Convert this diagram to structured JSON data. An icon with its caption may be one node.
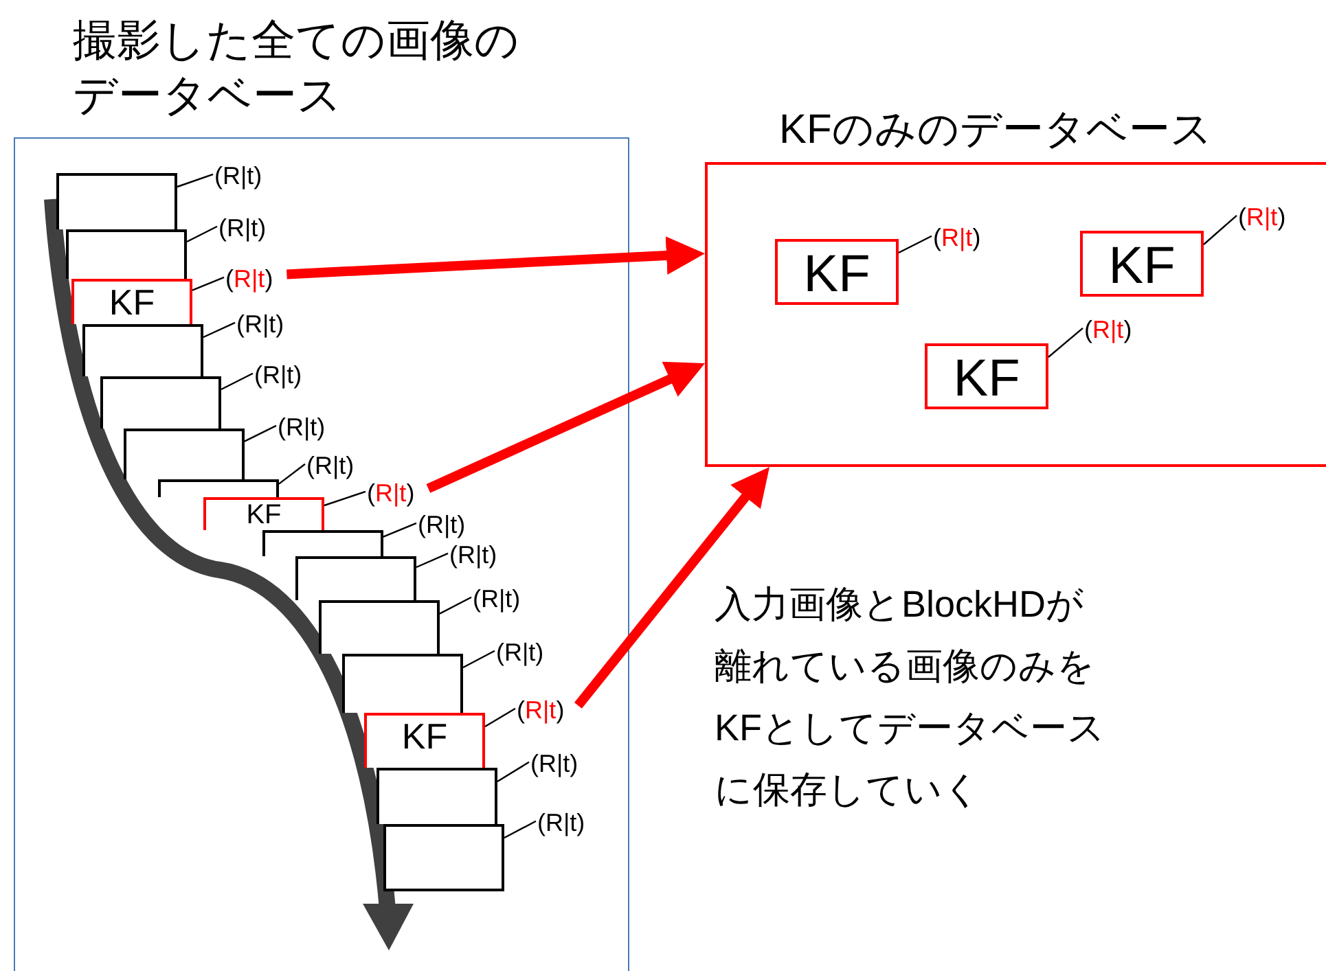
{
  "diagram": {
    "nodes": [
      {
        "text": [
          "撮影した全ての画像のデータベース"
        ]
      },
      {
        "text": [],
        "shape": "box",
        "in": 0
      },
      {
        "text": [
          "(R|t)"
        ],
        "in": 0
      },
      {
        "text": [],
        "shape": "box",
        "in": 0
      },
      {
        "text": [
          "(R|t)"
        ],
        "in": 0
      },
      {
        "text": [
          "KF"
        ],
        "in": 0
      },
      {
        "text": [
          "(R|t)"
        ],
        "in": 0
      },
      {
        "text": [],
        "shape": "box",
        "in": 0
      },
      {
        "text": [
          "(R|t)"
        ],
        "in": 0
      },
      {
        "text": [],
        "shape": "box",
        "in": 0
      },
      {
        "text": [
          "(R|t)"
        ],
        "in": 0
      },
      {
        "text": [],
        "shape": "box",
        "in": 0
      },
      {
        "text": [
          "(R|t)"
        ],
        "in": 0
      },
      {
        "text": [],
        "shape": "box",
        "in": 0
      },
      {
        "text": [
          "(R|t)"
        ],
        "in": 0
      },
      {
        "text": [
          "KF"
        ],
        "in": 0
      },
      {
        "text": [
          "(R|t)"
        ],
        "in": 0
      },
      {
        "text": [],
        "shape": "box",
        "in": 0
      },
      {
        "text": [
          "(R|t)"
        ],
        "in": 0
      },
      {
        "text": [],
        "shape": "box",
        "in": 0
      },
      {
        "text": [
          "(R|t)"
        ],
        "in": 0
      },
      {
        "text": [],
        "shape": "box",
        "in": 0
      },
      {
        "text": [
          "(R|t)"
        ],
        "in": 0
      },
      {
        "text": [],
        "shape": "box",
        "in": 0
      },
      {
        "text": [
          "(R|t)"
        ],
        "in": 0
      },
      {
        "text": [
          "KF"
        ],
        "in": 0
      },
      {
        "text": [
          "(R|t)"
        ],
        "in": 0
      },
      {
        "text": [],
        "shape": "box",
        "in": 0
      },
      {
        "text": [
          "(R|t)"
        ],
        "in": 0
      },
      {
        "text": [],
        "shape": "box",
        "in": 0
      },
      {
        "text": [
          "(R|t)"
        ],
        "in": 0
      },
      {
        "text": [
          "KFのみのデータベース"
        ]
      },
      {
        "text": [
          "KF"
        ],
        "in": 31
      },
      {
        "text": [
          "(R|t)"
        ],
        "in": 31
      },
      {
        "text": [
          "KF"
        ],
        "in": 31
      },
      {
        "text": [
          "(R|t)"
        ],
        "in": 31
      },
      {
        "text": [
          "KF"
        ],
        "in": 31
      },
      {
        "text": [
          "(R|t)"
        ],
        "in": 31
      }
    ],
    "edges": [
      {
        "from": 2,
        "to": 1,
        "arrow": "none"
      },
      {
        "from": 4,
        "to": 3,
        "arrow": "none"
      },
      {
        "from": 6,
        "to": 5,
        "arrow": "none"
      },
      {
        "from": 8,
        "to": 7,
        "arrow": "none"
      },
      {
        "from": 10,
        "to": 9,
        "arrow": "none"
      },
      {
        "from": 12,
        "to": 11,
        "arrow": "none"
      },
      {
        "from": 14,
        "to": 13,
        "arrow": "none"
      },
      {
        "from": 16,
        "to": 15,
        "arrow": "none"
      },
      {
        "from": 18,
        "to": 17,
        "arrow": "none"
      },
      {
        "from": 20,
        "to": 19,
        "arrow": "none"
      },
      {
        "from": 22,
        "to": 21,
        "arrow": "none"
      },
      {
        "from": 24,
        "to": 23,
        "arrow": "none"
      },
      {
        "from": 26,
        "to": 25,
        "arrow": "none"
      },
      {
        "from": 28,
        "to": 27,
        "arrow": "none"
      },
      {
        "from": 30,
        "to": 29,
        "arrow": "none"
      },
      {
        "from": 33,
        "to": 32,
        "arrow": "none"
      },
      {
        "from": 35,
        "to": 34,
        "arrow": "none"
      },
      {
        "from": 37,
        "to": 36,
        "arrow": "none"
      },
      {
        "from": 6,
        "to": 31,
        "arrow": "to",
        "style": "thick",
        "color": "#ff0000"
      },
      {
        "from": 16,
        "to": 31,
        "arrow": "to",
        "style": "thick",
        "color": "#ff0000"
      },
      {
        "from": 26,
        "to": 31,
        "arrow": "to",
        "style": "thick",
        "color": "#ff0000"
      }
    ],
    "labels": [
      "入力画像とBlockHDが離れている画像のみをKFとしてデータベースに保存していく"
    ]
  }
}
